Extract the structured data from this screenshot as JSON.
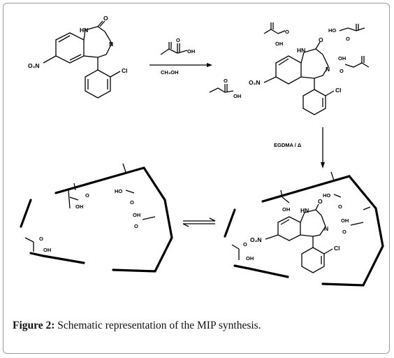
{
  "labels": {
    "nh": "HN",
    "n": "N",
    "o": "O",
    "o2n": "O₂N",
    "cl": "Cl",
    "oh": "OH",
    "ho": "HO",
    "ho_carbonyl": "O",
    "reagent_solvent": "CH₃OH",
    "crosslinker": "EGDMA / Δ"
  },
  "caption": {
    "figure_label": "Figure 2:",
    "text": " Schematic representation of the MIP synthesis."
  }
}
